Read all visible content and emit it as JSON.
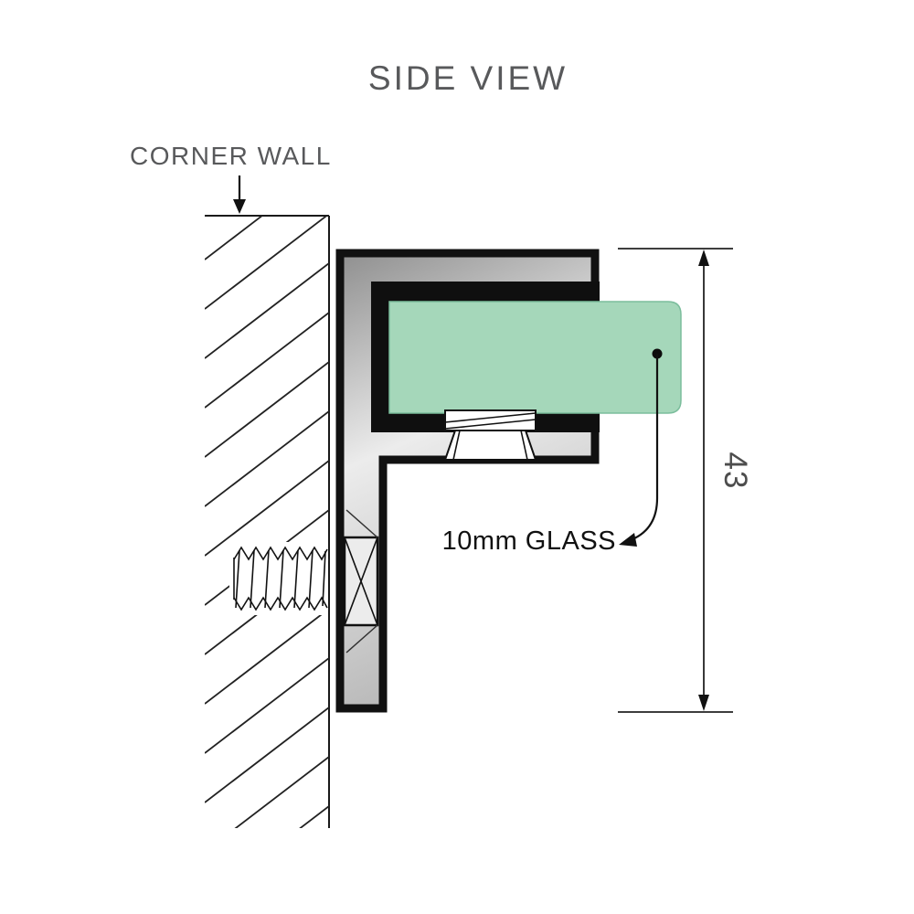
{
  "title": "SIDE VIEW",
  "labels": {
    "corner_wall": "CORNER WALL",
    "glass": "10mm GLASS",
    "dimension_height": "43"
  },
  "colors": {
    "line": "#111111",
    "label_gray": "#58595b",
    "dimension_gray": "#4d4d4d",
    "glass_green": "#a5d7ba",
    "glass_edge": "#7bbd9c",
    "metal_dark": "#8f8f8f",
    "metal_light": "#ececec",
    "metal_mid": "#b7b7b7",
    "channel_black": "#0f0f0f",
    "background": "#ffffff"
  }
}
